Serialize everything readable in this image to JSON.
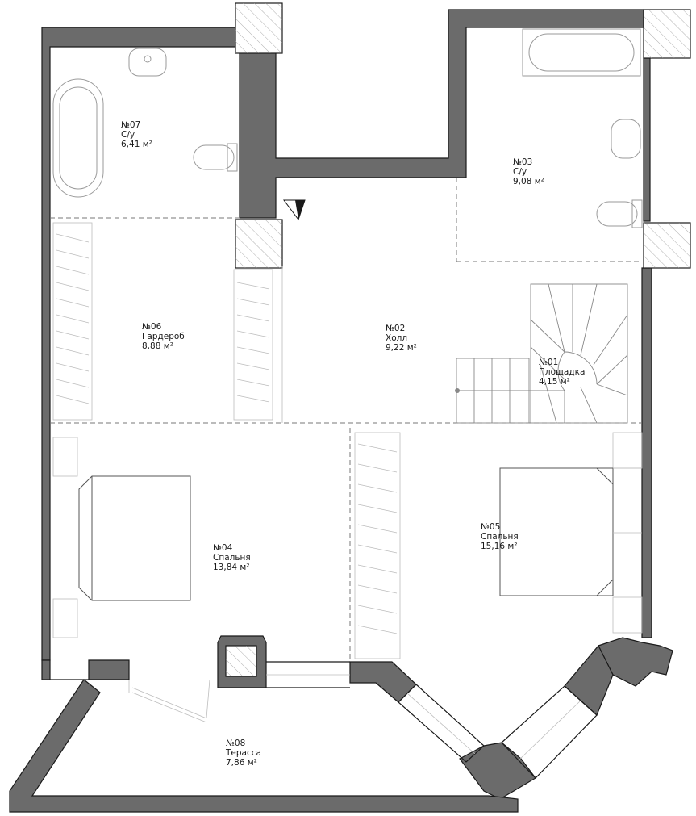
{
  "rooms": [
    {
      "id": "r07",
      "number": "№07",
      "name": "С/у",
      "area": "6,41 м²"
    },
    {
      "id": "r03",
      "number": "№03",
      "name": "С/у",
      "area": "9,08 м²"
    },
    {
      "id": "r06",
      "number": "№06",
      "name": "Гардероб",
      "area": "8,88 м²"
    },
    {
      "id": "r02",
      "number": "№02",
      "name": "Холл",
      "area": "9,22 м²"
    },
    {
      "id": "r01",
      "number": "№01",
      "name": "Площадка",
      "area": "4,15 м²"
    },
    {
      "id": "r04",
      "number": "№04",
      "name": "Спальня",
      "area": "13,84 м²"
    },
    {
      "id": "r05",
      "number": "№05",
      "name": "Спальня",
      "area": "15,16 м²"
    },
    {
      "id": "r08",
      "number": "№08",
      "name": "Терасса",
      "area": "7,86 м²"
    }
  ],
  "colors": {
    "wall": "#6b6b6b",
    "line": "#1a1a1a",
    "fixture": "#9a9a9a",
    "background": "#ffffff"
  }
}
